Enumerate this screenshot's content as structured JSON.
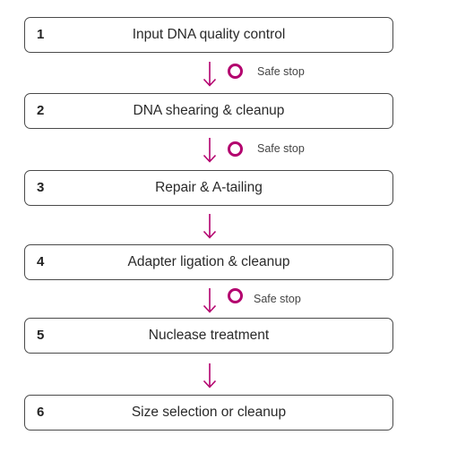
{
  "steps": [
    {
      "number": "1",
      "label": "Input DNA quality control"
    },
    {
      "number": "2",
      "label": "DNA shearing & cleanup"
    },
    {
      "number": "3",
      "label": "Repair & A-tailing"
    },
    {
      "number": "4",
      "label": "Adapter ligation & cleanup"
    },
    {
      "number": "5",
      "label": "Nuclease treatment"
    },
    {
      "number": "6",
      "label": "Size selection or cleanup"
    }
  ],
  "safe_stop_label": "Safe stop",
  "colors": {
    "accent": "#b3006e",
    "border": "#4a4a4a"
  },
  "icons": {
    "arrow": "down-arrow-icon",
    "safe_stop": "circle-icon"
  }
}
